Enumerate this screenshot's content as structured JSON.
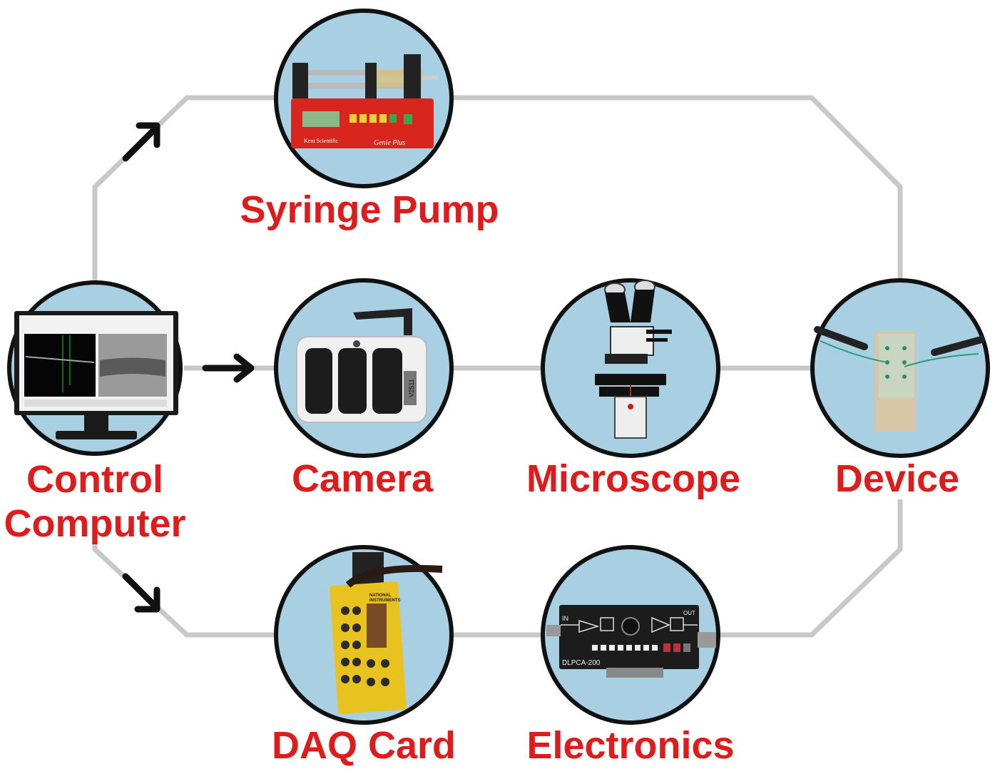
{
  "colors": {
    "line": "#c8c8c8",
    "circle_fill": "#a9cfe3",
    "circle_stroke": "#111111",
    "label": "#e01b1b",
    "arrow": "#111111"
  },
  "nodes": [
    {
      "id": "control-computer",
      "label_line1": "Control",
      "label_line2": "Computer",
      "icon": "monitor-icon"
    },
    {
      "id": "syringe-pump",
      "label": "Syringe Pump",
      "icon": "syringe-pump-icon"
    },
    {
      "id": "camera",
      "label": "Camera",
      "icon": "camera-icon"
    },
    {
      "id": "microscope",
      "label": "Microscope",
      "icon": "microscope-icon"
    },
    {
      "id": "device",
      "label": "Device",
      "icon": "microfluidic-device-icon"
    },
    {
      "id": "daq-card",
      "label": "DAQ Card",
      "icon": "daq-card-icon"
    },
    {
      "id": "electronics",
      "label": "Electronics",
      "icon": "amplifier-icon"
    }
  ],
  "device_labels": {
    "pump_brand": "Kent Scientific",
    "pump_model": "Genie Plus",
    "camera_badge": "V2511",
    "daq_brand_line1": "NATIONAL",
    "daq_brand_line2": "INSTRUMENTS",
    "amp_model": "DLPCA-200",
    "amp_in": "IN",
    "amp_out": "OUT"
  }
}
